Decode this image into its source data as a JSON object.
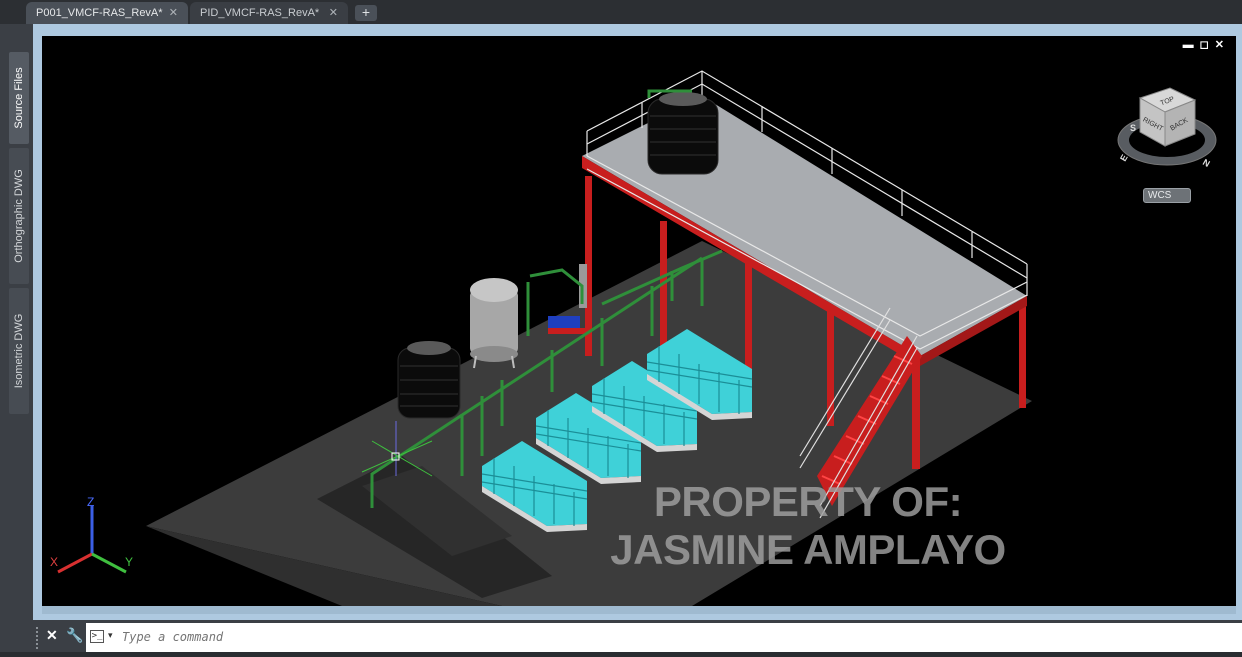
{
  "tabs": [
    {
      "label": "P001_VMCF-RAS_RevA*",
      "active": true
    },
    {
      "label": "PID_VMCF-RAS_RevA*",
      "active": false
    }
  ],
  "tab_close_glyph": "✕",
  "new_tab_glyph": "+",
  "side_tabs": [
    {
      "label": "Source Files",
      "active": true
    },
    {
      "label": "Orthographic DWG",
      "active": false
    },
    {
      "label": "Isometric DWG",
      "active": false
    }
  ],
  "viewport_controls": "▬◻✕",
  "viewcube": {
    "faces": {
      "top": "TOP",
      "right": "RIGHT",
      "back": "BACK"
    },
    "compass": {
      "s": "S",
      "e": "E",
      "n": "N"
    }
  },
  "wcs_label": "WCS",
  "watermark": {
    "line1": "PROPERTY OF:",
    "line2": "JASMINE AMPLAYO"
  },
  "ucs_icon": {
    "x": "X",
    "y": "Y",
    "z": "Z"
  },
  "command_line": {
    "placeholder": "Type a command",
    "close_glyph": "✕",
    "settings_glyph": "🔧",
    "prompt_glyph": ">_"
  },
  "colors": {
    "viewport_background": "#000000",
    "steel_frame": "#c81e1e",
    "deck": "#a9acb0",
    "tanks": "#0a0a0a",
    "raceways": "#3fd1d8",
    "piping": "#2f8f3a",
    "floor": "#3c3c3c"
  }
}
